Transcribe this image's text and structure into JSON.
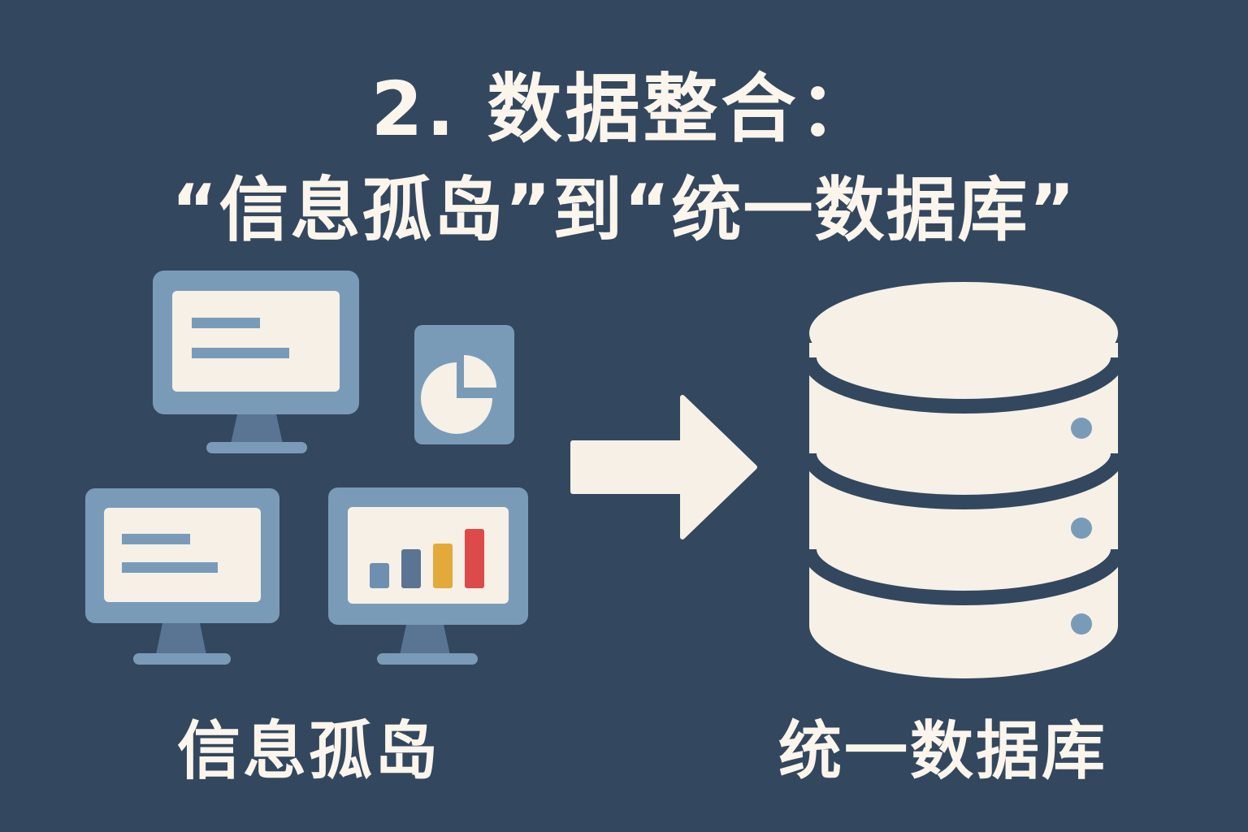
{
  "title": {
    "line1": "2. 数据整合：",
    "line2": "“信息孤岛”到“统一数据库”"
  },
  "left_group": {
    "caption": "信息孤岛",
    "icons": [
      "monitor-text-icon",
      "pie-chart-card-icon",
      "monitor-text-icon",
      "monitor-bar-chart-icon"
    ]
  },
  "arrow": {
    "icon": "right-arrow-icon"
  },
  "right_group": {
    "caption": "统一数据库",
    "icons": [
      "database-icon"
    ]
  },
  "colors": {
    "background": "#33475f",
    "cream": "#f6f0e6",
    "steel_blue": "#7a9bb8",
    "dark_blue": "#5a7594",
    "bar_blue": "#6e8fb0",
    "bar_yellow": "#e2aa3a",
    "bar_red": "#dd4a4a"
  }
}
